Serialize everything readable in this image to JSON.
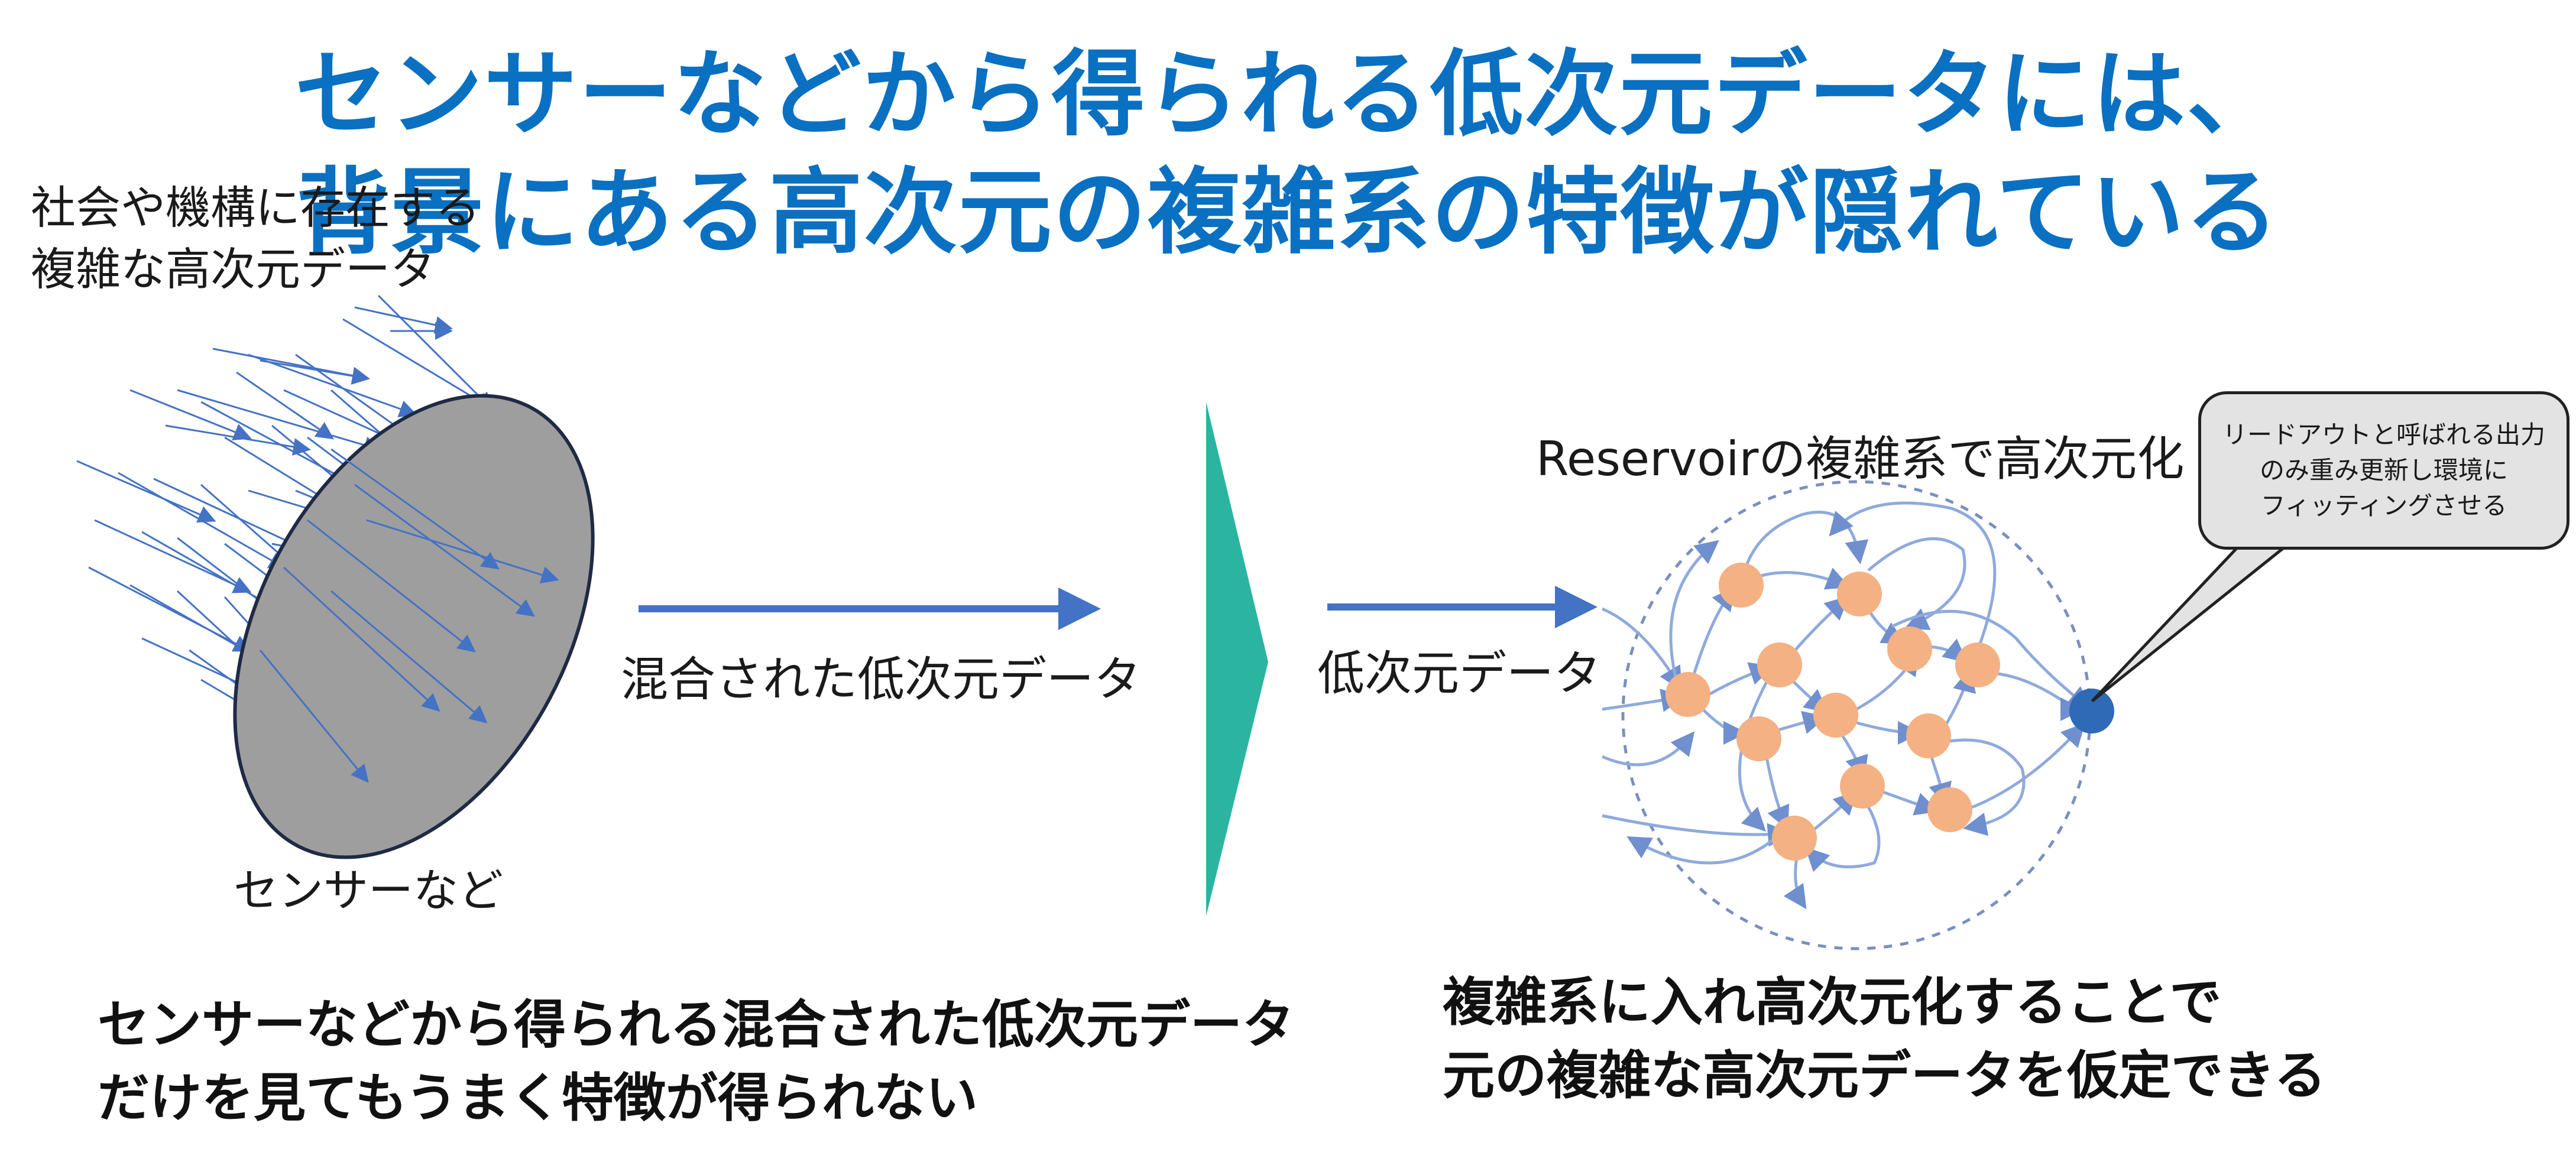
{
  "title": {
    "line1": "センサーなどから得られる低次元データには、",
    "line2": "背景にある高次元の複雑系の特徴が隠れている"
  },
  "left_panel": {
    "source_label_line1": "社会や機構に存在する",
    "source_label_line2": "複雑な高次元データ",
    "sensor_label": "センサーなど",
    "output_label": "混合された低次元データ",
    "caption_line1": "センサーなどから得られる混合された低次元データ",
    "caption_line2": "だけを見てもうまく特徴が得られない"
  },
  "right_panel": {
    "input_label": "低次元データ",
    "reservoir_label": "Reservoirの複雑系で高次元化",
    "callout_line1": "リードアウトと呼ばれる出力",
    "callout_line2": "のみ重み更新し環境に",
    "callout_line3": "フィッティングさせる",
    "caption_line1": "複雑系に入れ高次元化することで",
    "caption_line2": "元の複雑な高次元データを仮定できる"
  },
  "colors": {
    "title": "#0a70c2",
    "arrow_blue": "#4472c4",
    "sensor_fill": "#9e9e9e",
    "node_orange": "#f4b183",
    "output_node": "#2e6ab5",
    "separator_teal": "#2bb5a0",
    "callout_fill": "#e3e3e3",
    "edge_blue": "#8faadc"
  }
}
